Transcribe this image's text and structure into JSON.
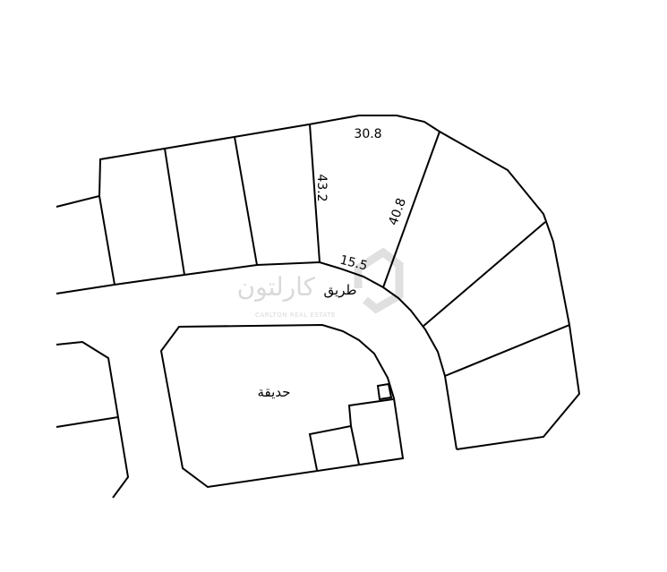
{
  "dimensions": {
    "top_edge": "30.8",
    "left_side": "43.2",
    "right_side": "40.8",
    "front": "15.5"
  },
  "labels": {
    "road": "طريق",
    "park": "حديقة"
  },
  "watermark": {
    "logo_text": "كارلتون",
    "tagline": "CARLTON REAL ESTATE"
  },
  "colors": {
    "lines": "#000000",
    "watermark": "#d9d9d9"
  }
}
